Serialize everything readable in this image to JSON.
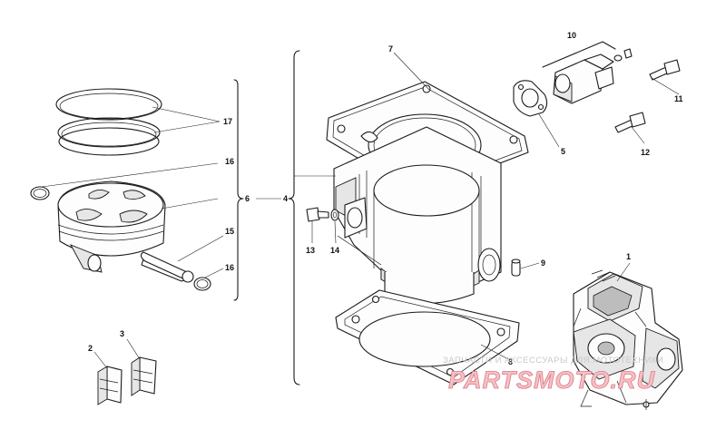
{
  "callouts": {
    "c1": "1",
    "c2": "2",
    "c3": "3",
    "c4": "4",
    "c5": "5",
    "c6": "6",
    "c7": "7",
    "c8": "8",
    "c9": "9",
    "c10": "10",
    "c11": "11",
    "c12": "12",
    "c13": "13",
    "c14": "14",
    "c15": "15",
    "c16a": "16",
    "c16b": "16",
    "c17": "17"
  },
  "watermark": {
    "line1": "ЗАПЧАСТИ И АКСЕССУАРЫ ДЛЯ МОТОТЕХНИКИ",
    "line2": "PARTSMOTO.RU"
  }
}
